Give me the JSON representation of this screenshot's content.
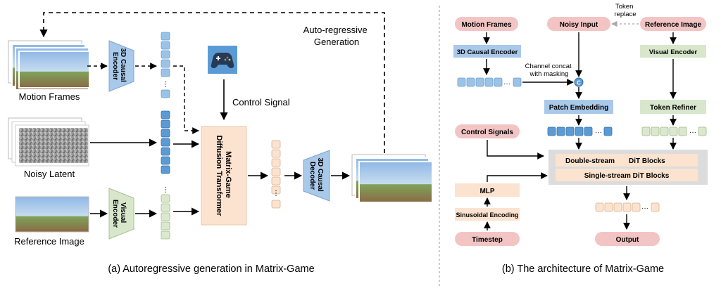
{
  "left_panel": {
    "caption": "(a) Autoregressive generation in Matrix-Game",
    "motion_frames_label": "Motion Frames",
    "noisy_latent_label": "Noisy Latent",
    "reference_image_label": "Reference Image",
    "causal_encoder_label": [
      "3D Causal",
      "Encoder"
    ],
    "visual_encoder_label": [
      "Visual",
      "Encoder"
    ],
    "dit_label": [
      "Matrix-Game",
      "Diffusion Transformer"
    ],
    "causal_decoder_label": [
      "3D Causal",
      "Decoder"
    ],
    "control_signal_label": "Control Signal",
    "autoregressive_label": [
      "Auto-regressive",
      "Generation"
    ],
    "ellipsis": "⋮"
  },
  "right_panel": {
    "caption": "(b) The architecture of Matrix-Game",
    "motion_frames": "Motion Frames",
    "noisy_input": "Noisy Input",
    "reference_image": "Reference Image",
    "token_replace": [
      "Token",
      "replace"
    ],
    "causal_encoder": "3D Causal Encoder",
    "visual_encoder": "Visual Encoder",
    "channel_concat": [
      "Channel concat",
      "with masking"
    ],
    "concat_symbol": "C",
    "patch_embedding": "Patch Embedding",
    "token_refiner": "Token Refiner",
    "control_signals": "Control Signals",
    "double_stream": "Double-stream",
    "dit_blocks": "DiT Blocks",
    "single_stream": "Single-stream DiT Blocks",
    "mlp": "MLP",
    "sinusoidal": "Sinusoidal Encoding",
    "timestep": "Timestep",
    "output": "Output",
    "dots": "···"
  },
  "colors": {
    "pink_node": "#f2c4c4",
    "blue_node": "#a9c9ea",
    "blue_token": "#9bc3e8",
    "green_node": "#d8e7cb",
    "green_token": "#dbe8cf",
    "peach_node": "#fbe3d0",
    "gray_panel": "#dcdcdc"
  }
}
